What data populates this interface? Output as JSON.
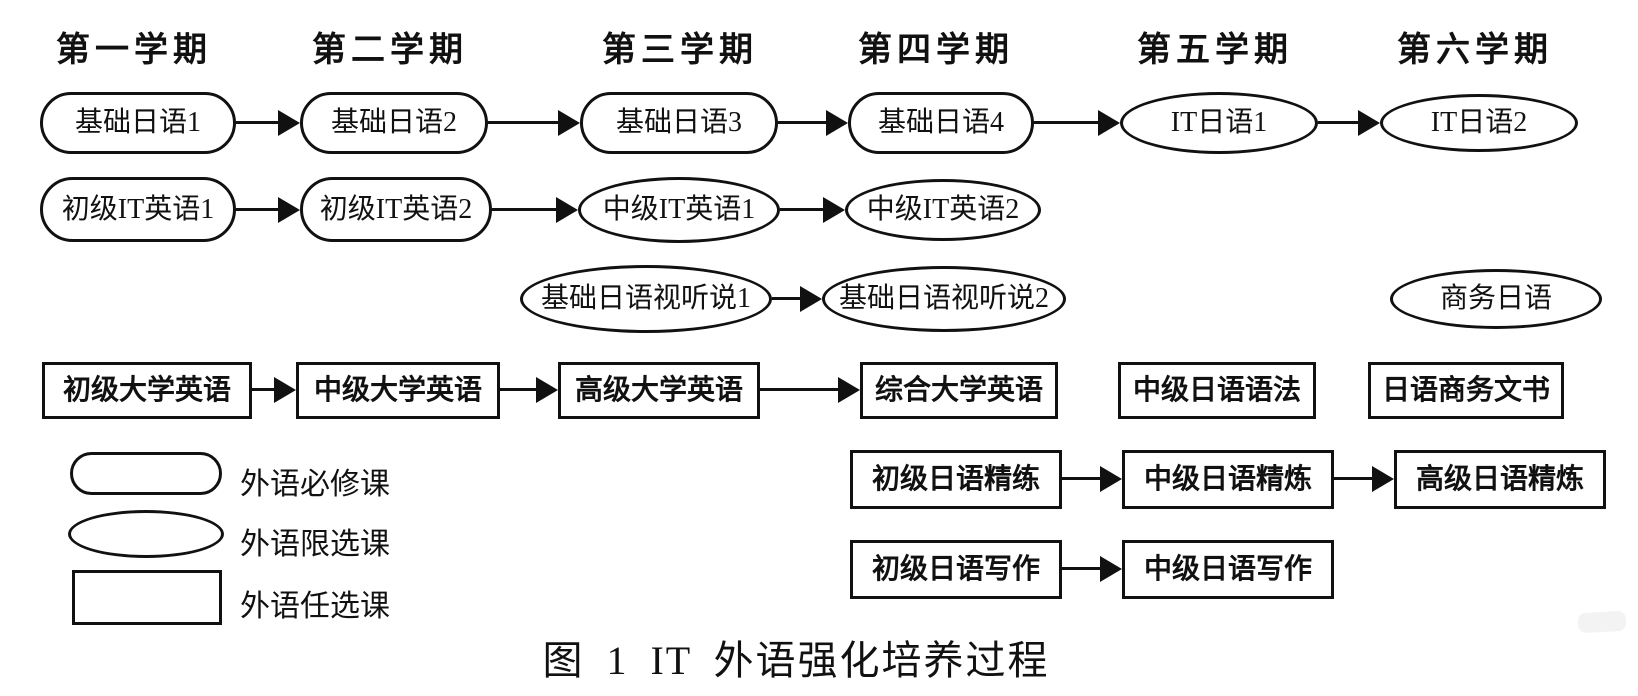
{
  "caption": "图 1 IT 外语强化培养过程",
  "semesters": [
    "第一学期",
    "第二学期",
    "第三学期",
    "第四学期",
    "第五学期",
    "第六学期"
  ],
  "legend": [
    {
      "shape": "stadium",
      "label": "外语必修课"
    },
    {
      "shape": "ellipse",
      "label": "外语限选课"
    },
    {
      "shape": "rect",
      "label": "外语任选课"
    }
  ],
  "colors": {
    "line": "#111111",
    "background": "#ffffff",
    "text": "#111111"
  },
  "nodes": [
    {
      "label": "基础日语1",
      "shape": "stadium",
      "semester": "第一学期",
      "category": "外语必修课"
    },
    {
      "label": "基础日语2",
      "shape": "stadium",
      "semester": "第二学期",
      "category": "外语必修课"
    },
    {
      "label": "基础日语3",
      "shape": "stadium",
      "semester": "第三学期",
      "category": "外语必修课"
    },
    {
      "label": "基础日语4",
      "shape": "stadium",
      "semester": "第四学期",
      "category": "外语必修课"
    },
    {
      "label": "IT日语1",
      "shape": "ellipse",
      "semester": "第五学期",
      "category": "外语限选课"
    },
    {
      "label": "IT日语2",
      "shape": "ellipse",
      "semester": "第六学期",
      "category": "外语限选课"
    },
    {
      "label": "初级IT英语1",
      "shape": "stadium",
      "semester": "第一学期",
      "category": "外语必修课"
    },
    {
      "label": "初级IT英语2",
      "shape": "stadium",
      "semester": "第二学期",
      "category": "外语必修课"
    },
    {
      "label": "中级IT英语1",
      "shape": "ellipse",
      "semester": "第三学期",
      "category": "外语限选课"
    },
    {
      "label": "中级IT英语2",
      "shape": "ellipse",
      "semester": "第四学期",
      "category": "外语限选课"
    },
    {
      "label": "基础日语视听说1",
      "shape": "ellipse",
      "semester": "第三学期",
      "category": "外语限选课"
    },
    {
      "label": "基础日语视听说2",
      "shape": "ellipse",
      "semester": "第四学期",
      "category": "外语限选课"
    },
    {
      "label": "商务日语",
      "shape": "ellipse",
      "semester": "第六学期",
      "category": "外语限选课"
    },
    {
      "label": "初级大学英语",
      "shape": "rect",
      "semester": "第一学期",
      "category": "外语任选课"
    },
    {
      "label": "中级大学英语",
      "shape": "rect",
      "semester": "第二学期",
      "category": "外语任选课"
    },
    {
      "label": "高级大学英语",
      "shape": "rect",
      "semester": "第三学期",
      "category": "外语任选课"
    },
    {
      "label": "综合大学英语",
      "shape": "rect",
      "semester": "第四学期",
      "category": "外语任选课"
    },
    {
      "label": "中级日语语法",
      "shape": "rect",
      "semester": "第五学期",
      "category": "外语任选课"
    },
    {
      "label": "日语商务文书",
      "shape": "rect",
      "semester": "第六学期",
      "category": "外语任选课"
    },
    {
      "label": "初级日语精练",
      "shape": "rect",
      "semester": "第四学期",
      "category": "外语任选课"
    },
    {
      "label": "中级日语精炼",
      "shape": "rect",
      "semester": "第五学期",
      "category": "外语任选课"
    },
    {
      "label": "高级日语精炼",
      "shape": "rect",
      "semester": "第六学期",
      "category": "外语任选课"
    },
    {
      "label": "初级日语写作",
      "shape": "rect",
      "semester": "第四学期",
      "category": "外语任选课"
    },
    {
      "label": "中级日语写作",
      "shape": "rect",
      "semester": "第五学期",
      "category": "外语任选课"
    }
  ],
  "edges": [
    {
      "from": "基础日语1",
      "to": "基础日语2"
    },
    {
      "from": "基础日语2",
      "to": "基础日语3"
    },
    {
      "from": "基础日语3",
      "to": "基础日语4"
    },
    {
      "from": "基础日语4",
      "to": "IT日语1"
    },
    {
      "from": "IT日语1",
      "to": "IT日语2"
    },
    {
      "from": "初级IT英语1",
      "to": "初级IT英语2"
    },
    {
      "from": "初级IT英语2",
      "to": "中级IT英语1"
    },
    {
      "from": "中级IT英语1",
      "to": "中级IT英语2"
    },
    {
      "from": "基础日语视听说1",
      "to": "基础日语视听说2"
    },
    {
      "from": "初级大学英语",
      "to": "中级大学英语"
    },
    {
      "from": "中级大学英语",
      "to": "高级大学英语"
    },
    {
      "from": "高级大学英语",
      "to": "综合大学英语"
    },
    {
      "from": "初级日语精练",
      "to": "中级日语精炼"
    },
    {
      "from": "中级日语精炼",
      "to": "高级日语精炼"
    },
    {
      "from": "初级日语写作",
      "to": "中级日语写作"
    }
  ]
}
